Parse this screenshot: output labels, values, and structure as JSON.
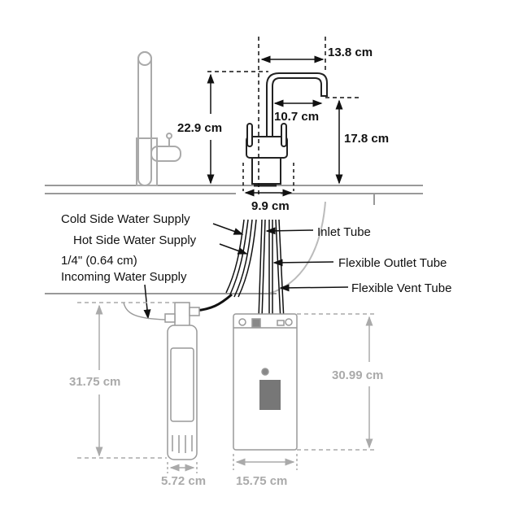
{
  "dimensions": {
    "spout_reach_total": "13.8 cm",
    "faucet_height": "22.9 cm",
    "spout_reach": "10.7 cm",
    "spout_clearance": "17.8 cm",
    "base_width": "9.9 cm",
    "filter_height": "31.75 cm",
    "tank_height": "30.99 cm",
    "filter_width": "5.72 cm",
    "tank_width": "15.75 cm"
  },
  "labels": {
    "cold_supply": "Cold Side Water Supply",
    "hot_supply": "Hot Side Water Supply",
    "incoming_line1": "1/4\" (0.64 cm)",
    "incoming_line2": "Incoming Water Supply",
    "inlet_tube": "Inlet Tube",
    "outlet_tube": "Flexible Outlet Tube",
    "vent_tube": "Flexible Vent Tube"
  },
  "colors": {
    "ink": "#111111",
    "gray": "#aaaaaa"
  }
}
